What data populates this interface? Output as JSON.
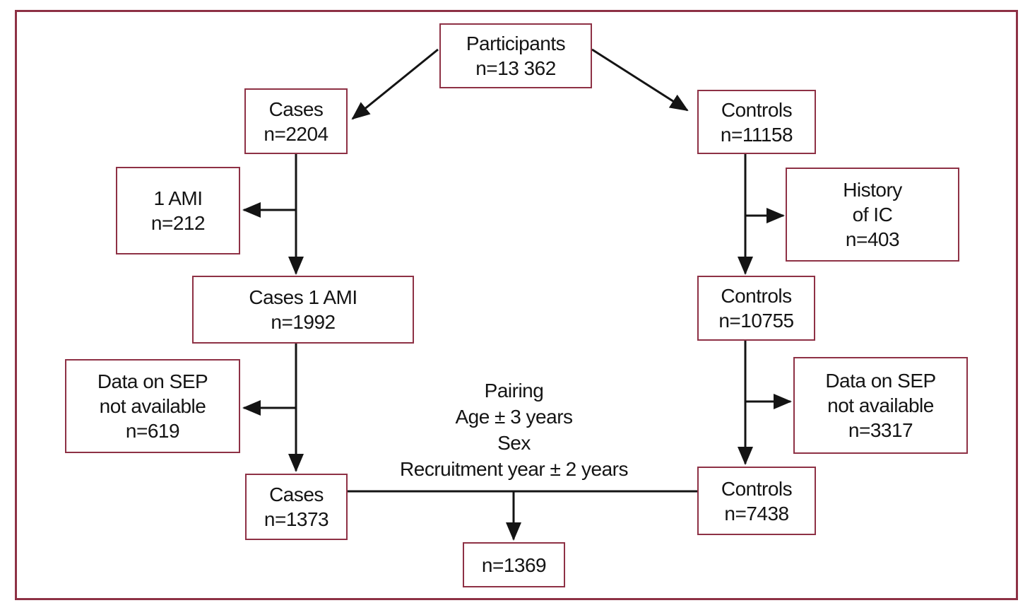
{
  "figure": {
    "border_color": "#8e3145",
    "line_color": "#141414",
    "boxes": {
      "participants": {
        "lines": [
          "Participants",
          "n=13 362"
        ]
      },
      "cases": {
        "lines": [
          "Cases",
          "n=2204"
        ]
      },
      "controls": {
        "lines": [
          "Controls",
          "n=11158"
        ]
      },
      "one_ami": {
        "lines": [
          "1 AMI",
          "n=212"
        ]
      },
      "history_ic": {
        "lines": [
          "History",
          "of IC",
          "n=403"
        ]
      },
      "cases_one_ami": {
        "lines": [
          "Cases 1 AMI",
          "n=1992"
        ]
      },
      "controls_after_ic": {
        "lines": [
          "Controls",
          "n=10755"
        ]
      },
      "sep_left": {
        "lines": [
          "Data on SEP",
          "not available",
          "n=619"
        ]
      },
      "sep_right": {
        "lines": [
          "Data on SEP",
          "not available",
          "n=3317"
        ]
      },
      "cases_final": {
        "lines": [
          "Cases",
          "n=1373"
        ]
      },
      "controls_final": {
        "lines": [
          "Controls",
          "n=7438"
        ]
      },
      "paired": {
        "lines": [
          "n=1369"
        ]
      }
    },
    "pairing_note": {
      "lines": [
        "Pairing",
        "Age ± 3 years",
        "Sex",
        "Recruitment year ± 2 years"
      ]
    }
  }
}
